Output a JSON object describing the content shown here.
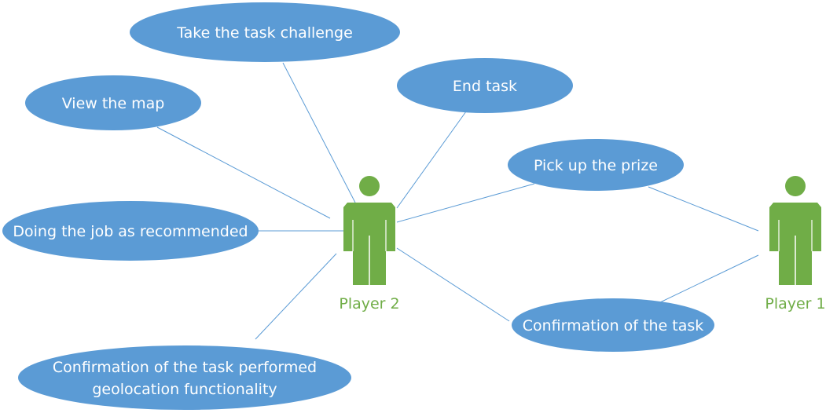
{
  "colors": {
    "use_case_fill": "#5b9bd5",
    "use_case_text": "#ffffff",
    "actor_fill": "#70ad47",
    "actor_label": "#70ad47",
    "connector": "#5b9bd5"
  },
  "actors": [
    {
      "id": "player2",
      "label": "Player 2",
      "icon": "person-icon"
    },
    {
      "id": "player1",
      "label": "Player 1",
      "icon": "person-icon"
    }
  ],
  "use_cases": [
    {
      "id": "take-task",
      "label": "Take the task challenge"
    },
    {
      "id": "end-task",
      "label": "End task"
    },
    {
      "id": "view-map",
      "label": "View the map"
    },
    {
      "id": "pick-prize",
      "label": "Pick up the prize"
    },
    {
      "id": "doing-job",
      "label": "Doing the job as recommended"
    },
    {
      "id": "confirm-task",
      "label": "Confirmation of the task"
    },
    {
      "id": "confirm-geo",
      "label_lines": [
        "Confirmation of the task performed",
        "geolocation functionality"
      ]
    }
  ],
  "associations": [
    {
      "from": "player2",
      "to": "take-task"
    },
    {
      "from": "player2",
      "to": "end-task"
    },
    {
      "from": "player2",
      "to": "view-map"
    },
    {
      "from": "player2",
      "to": "doing-job"
    },
    {
      "from": "player2",
      "to": "pick-prize"
    },
    {
      "from": "player2",
      "to": "confirm-task"
    },
    {
      "from": "player2",
      "to": "confirm-geo"
    },
    {
      "from": "player1",
      "to": "pick-prize"
    },
    {
      "from": "player1",
      "to": "confirm-task"
    }
  ]
}
